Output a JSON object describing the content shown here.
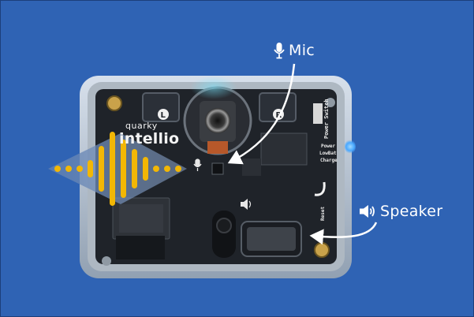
{
  "callouts": {
    "mic_label": "Mic",
    "speaker_label": "Speaker"
  },
  "board": {
    "brand_small": "quarky",
    "brand_large": "intellio",
    "silkscreen": {
      "power_switch": "Power Switch",
      "power": "Power",
      "low_battery": "LowBat",
      "charge": "Charge",
      "reset": "Reset",
      "left_marker": "L",
      "right_marker": "R"
    }
  },
  "colors": {
    "background": "#2f63b4",
    "sound_wave": "#f2b705",
    "arrow": "#ffffff",
    "board": "#1f2329",
    "case": "#cfd6dd"
  },
  "icons": [
    "microphone-icon",
    "speaker-icon",
    "sound-wave"
  ]
}
